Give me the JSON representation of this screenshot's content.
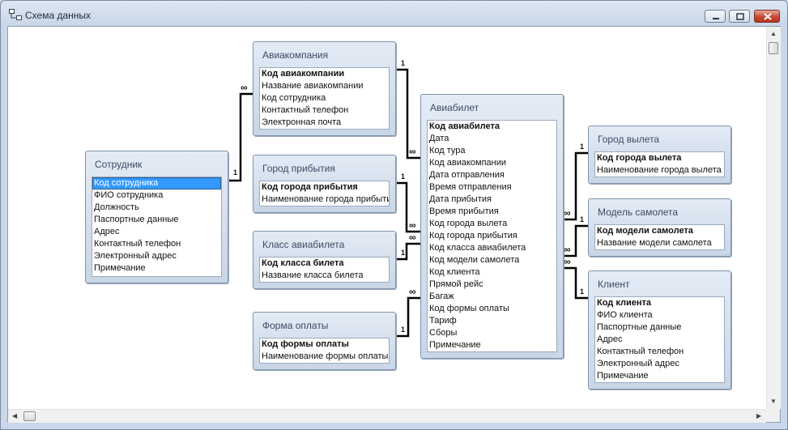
{
  "window": {
    "title": "Схема данных",
    "icon": "relationships-icon"
  },
  "scroll": {
    "up": "▲",
    "down": "▼",
    "left": "◀",
    "right": "▶"
  },
  "tables": {
    "employee": {
      "title": "Сотрудник",
      "fields": [
        "Код сотрудника",
        "ФИО сотрудника",
        "Должность",
        "Паспортные данные",
        "Адрес",
        "Контактный телефон",
        "Электронный адрес",
        "Примечание"
      ]
    },
    "airline": {
      "title": "Авиакомпания",
      "fields": [
        "Код авиакомпании",
        "Название авиакомпании",
        "Код сотрудника",
        "Контактный телефон",
        "Электронная почта"
      ]
    },
    "arrival": {
      "title": "Город прибытия",
      "fields": [
        "Код города прибытия",
        "Наименование города прибытия"
      ]
    },
    "class": {
      "title": "Класс авиабилета",
      "fields": [
        "Код класса билета",
        "Название класса билета"
      ]
    },
    "payment": {
      "title": "Форма оплаты",
      "fields": [
        "Код формы оплаты",
        "Наименование формы оплаты"
      ]
    },
    "ticket": {
      "title": "Авиабилет",
      "fields": [
        "Код авиабилета",
        "Дата",
        "Код тура",
        "Код авиакомпании",
        "Дата отправления",
        "Время отправления",
        "Дата прибытия",
        "Время прибытия",
        "Код города вылета",
        "Код города прибытия",
        "Код класса авиабилета",
        "Код модели самолета",
        "Код клиента",
        "Прямой рейс",
        "Багаж",
        "Код формы оплаты",
        "Тариф",
        "Сборы",
        "Примечание"
      ]
    },
    "departure": {
      "title": "Город вылета",
      "fields": [
        "Код города вылета",
        "Наименование города вылета"
      ]
    },
    "model": {
      "title": "Модель самолета",
      "fields": [
        "Код модели самолета",
        "Название модели самолета"
      ]
    },
    "client": {
      "title": "Клиент",
      "fields": [
        "Код клиента",
        "ФИО клиента",
        "Паспортные данные",
        "Адрес",
        "Контактный телефон",
        "Электронный адрес",
        "Примечание"
      ]
    }
  },
  "cardinality": {
    "one": "1",
    "many": "∞"
  }
}
